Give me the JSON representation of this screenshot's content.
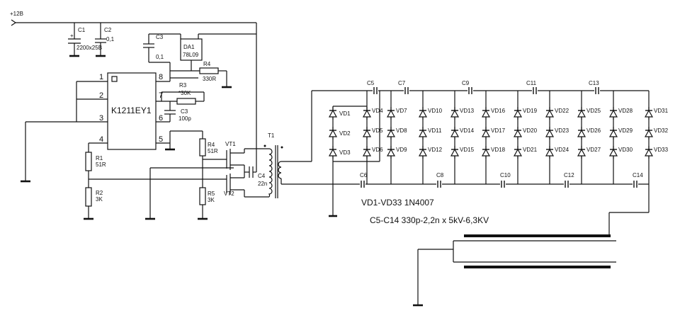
{
  "supply": {
    "label": "+12B"
  },
  "ic": {
    "name": "K1211EY1",
    "pins": [
      "1",
      "2",
      "3",
      "4",
      "8",
      "7",
      "6",
      "5"
    ]
  },
  "components": {
    "c1": {
      "ref": "C1",
      "value": "2200x25B"
    },
    "c2": {
      "ref": "C2",
      "value": "0,1"
    },
    "c3a": {
      "ref": "C3",
      "value": "0,1"
    },
    "da1": {
      "ref": "DA1",
      "value": "78L09"
    },
    "r4a": {
      "ref": "R4",
      "value": "330R"
    },
    "r3": {
      "ref": "R3",
      "value": "*30K"
    },
    "c3b": {
      "ref": "C3",
      "value": "100p"
    },
    "r1": {
      "ref": "R1",
      "value": "51R"
    },
    "r2": {
      "ref": "R2",
      "value": "3K"
    },
    "r4b": {
      "ref": "R4",
      "value": "51R"
    },
    "r5": {
      "ref": "R5",
      "value": "3K"
    },
    "vt1": {
      "ref": "VT1"
    },
    "vt2": {
      "ref": "VT2"
    },
    "c4": {
      "ref": "C4",
      "value": "22n"
    },
    "t1": {
      "ref": "T1"
    }
  },
  "multiplier": {
    "top_caps": [
      "C5",
      "C7",
      "C9",
      "C11",
      "C13"
    ],
    "bottom_caps": [
      "C6",
      "C8",
      "C10",
      "C12",
      "C14"
    ],
    "diode_columns": [
      [
        "VD4",
        "VD5",
        "VD6"
      ],
      [
        "VD7",
        "VD8",
        "VD9"
      ],
      [
        "VD10",
        "VD11",
        "VD12"
      ],
      [
        "VD13",
        "VD14",
        "VD15"
      ],
      [
        "VD16",
        "VD17",
        "VD18"
      ],
      [
        "VD19",
        "VD20",
        "VD21"
      ],
      [
        "VD22",
        "VD23",
        "VD24"
      ],
      [
        "VD25",
        "VD26",
        "VD27"
      ],
      [
        "VD28",
        "VD29",
        "VD30"
      ],
      [
        "VD31",
        "VD32",
        "VD33"
      ]
    ],
    "left_diodes": [
      "VD1",
      "VD2",
      "VD3"
    ]
  },
  "notes": {
    "diodes": "VD1-VD33 1N4007",
    "capacitors": "C5-C14  330p-2,2n x 5kV-6,3KV"
  }
}
